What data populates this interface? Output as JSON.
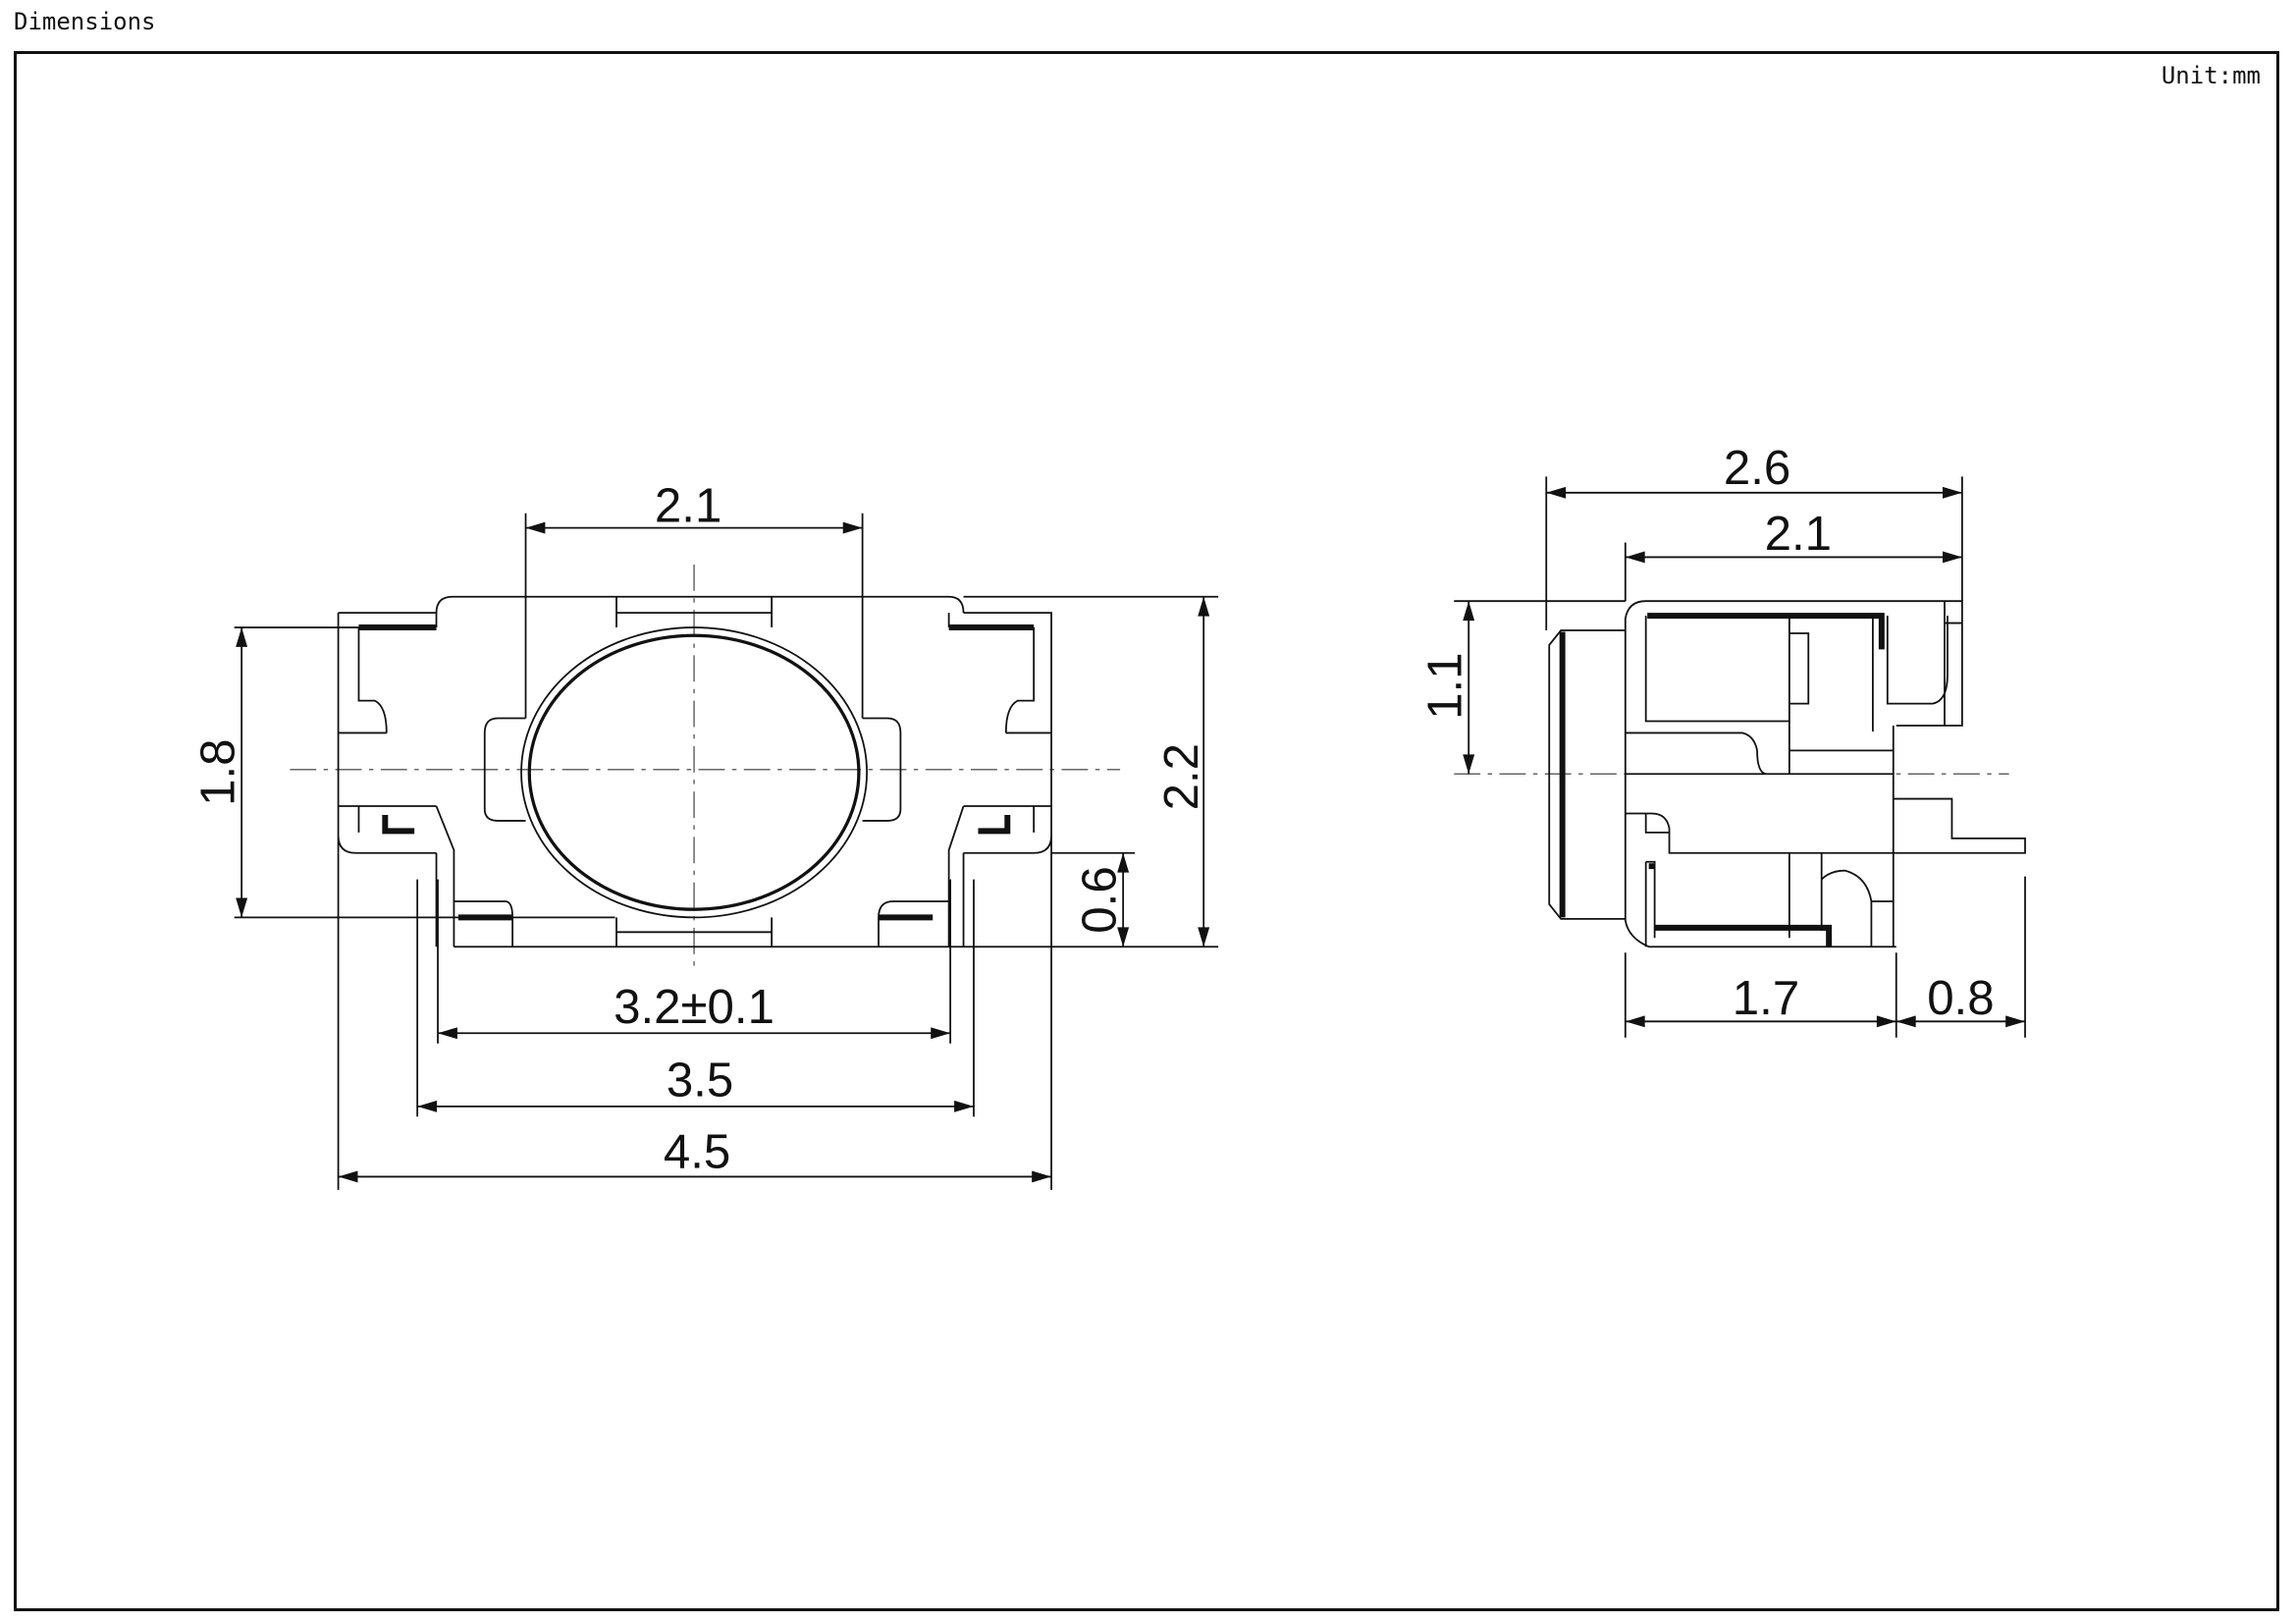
{
  "header": {
    "title": "Dimensions"
  },
  "drawing": {
    "unit_label": "Unit:mm",
    "front_view": {
      "dims": {
        "top_width": "2.1",
        "height_left": "1.8",
        "height_total": "2.2",
        "terminal_height": "0.6",
        "pitch": "3.2±0.1",
        "inner_width": "3.5",
        "overall_width": "4.5"
      }
    },
    "side_view": {
      "dims": {
        "overall_depth": "2.6",
        "body_depth": "2.1",
        "button_height": "1.1",
        "body_length": "1.7",
        "terminal_length": "0.8"
      }
    }
  }
}
